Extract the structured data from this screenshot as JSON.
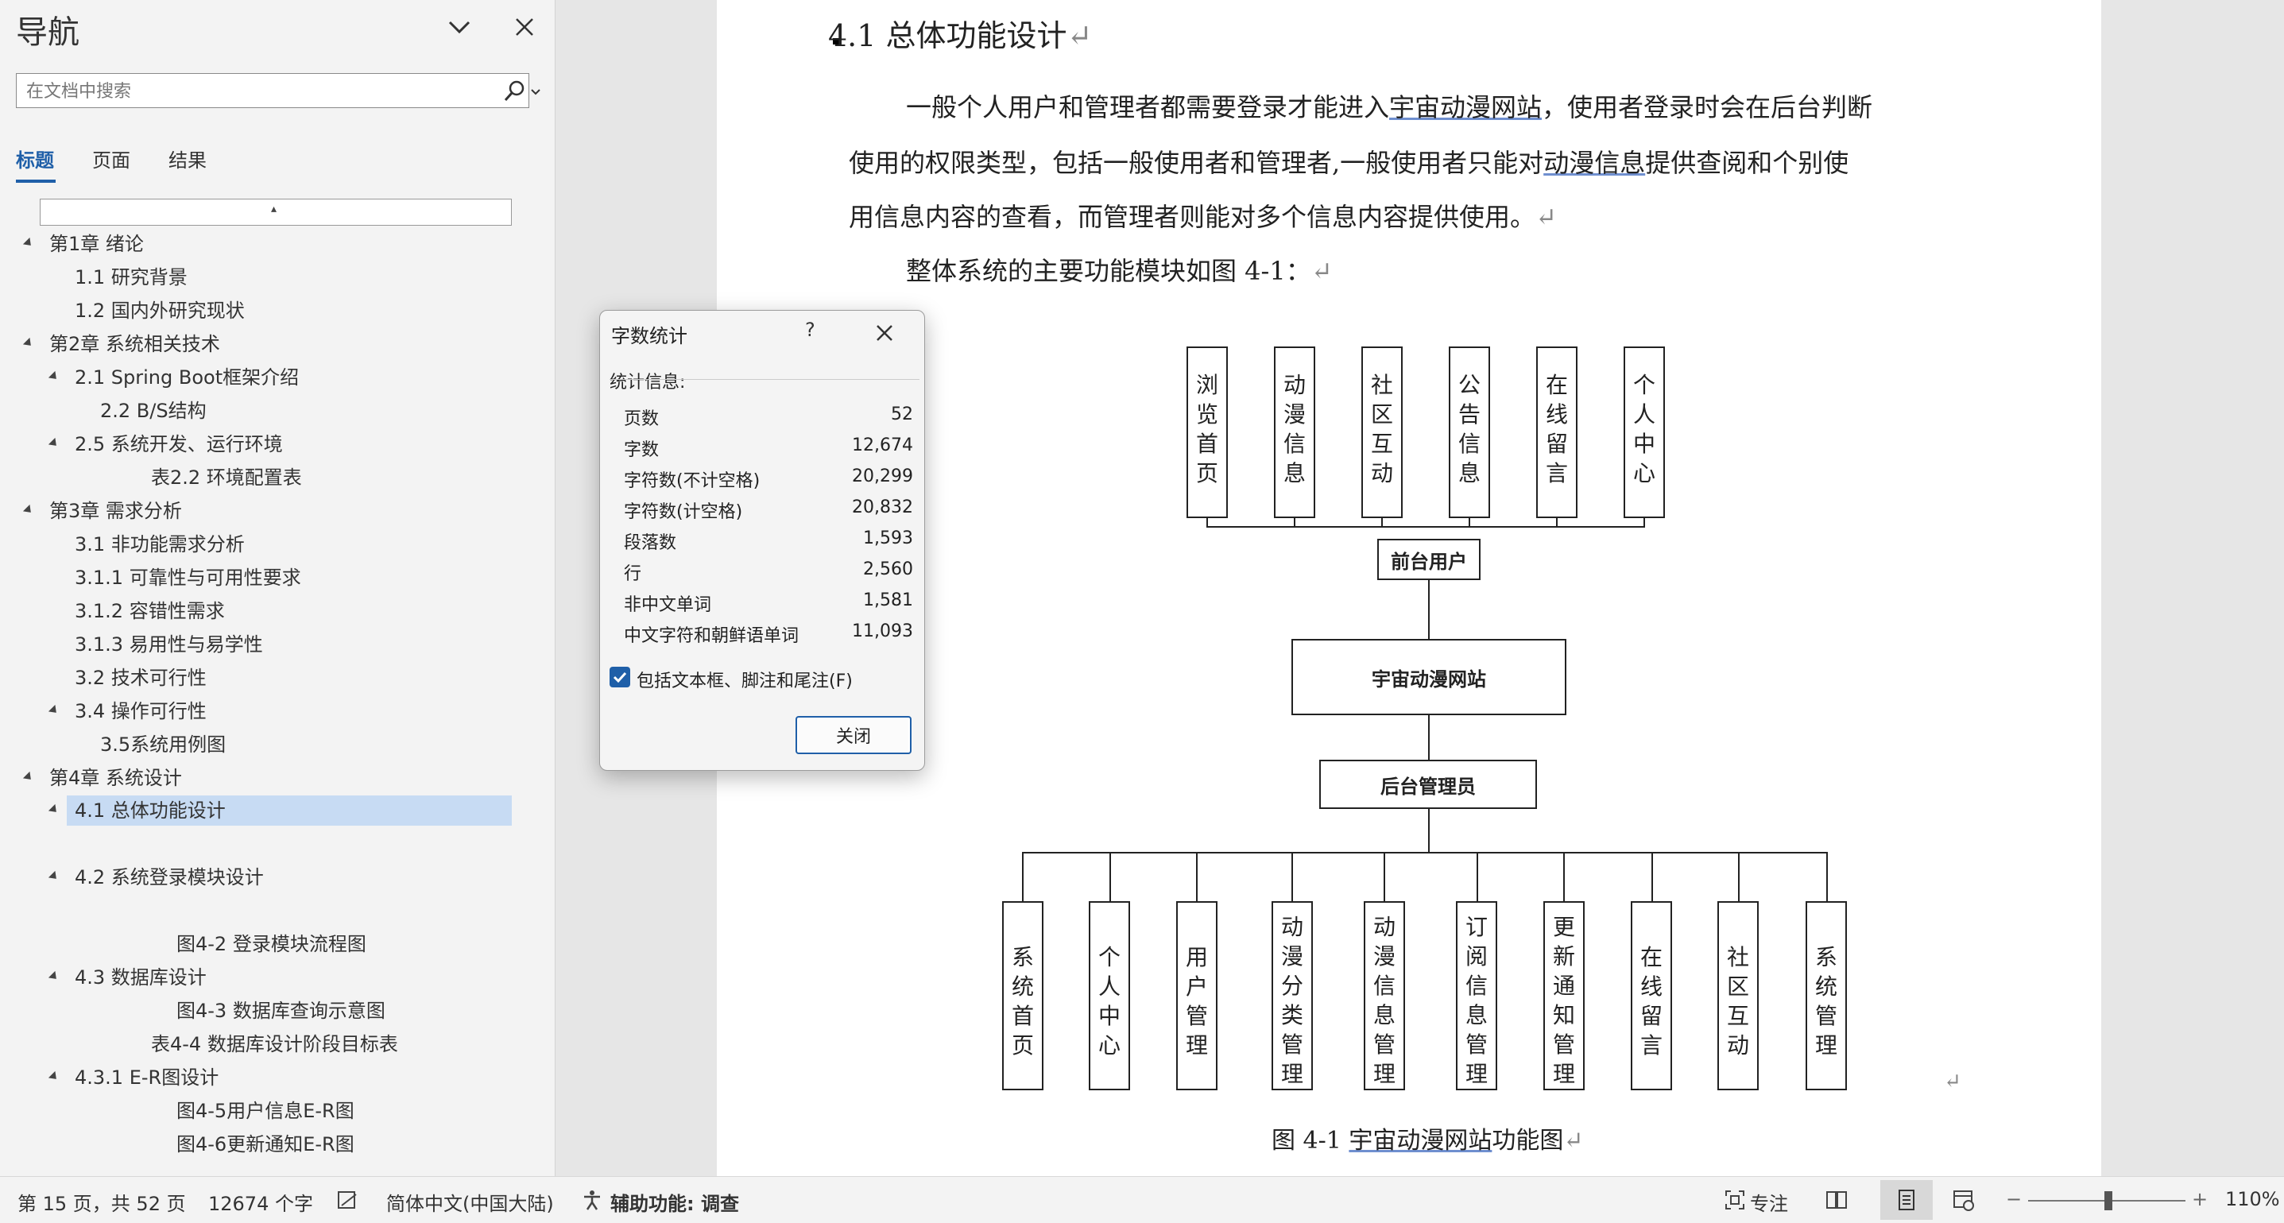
{
  "nav": {
    "title": "导航",
    "search_placeholder": "在文档中搜索",
    "tabs": {
      "headings": "标题",
      "pages": "页面",
      "results": "结果"
    },
    "scroll_marker": "▴",
    "items": [
      {
        "label": "第1章 绪论"
      },
      {
        "label": "1.1 研究背景"
      },
      {
        "label": "1.2 国内外研究现状"
      },
      {
        "label": "第2章 系统相关技术"
      },
      {
        "label": "2.1 Spring Boot框架介绍"
      },
      {
        "label": "2.2 B/S结构"
      },
      {
        "label": "2.5 系统开发、运行环境"
      },
      {
        "label": "表2.2 环境配置表"
      },
      {
        "label": "第3章 需求分析"
      },
      {
        "label": "3.1 非功能需求分析"
      },
      {
        "label": "3.1.1 可靠性与可用性要求"
      },
      {
        "label": "3.1.2 容错性需求"
      },
      {
        "label": "3.1.3 易用性与易学性"
      },
      {
        "label": "3.2 技术可行性"
      },
      {
        "label": "3.4 操作可行性"
      },
      {
        "label": "3.5系统用例图"
      },
      {
        "label": "第4章 系统设计"
      },
      {
        "label": "4.1 总体功能设计"
      },
      {
        "label": "4.2 系统登录模块设计"
      },
      {
        "label": "图4-2 登录模块流程图"
      },
      {
        "label": "4.3 数据库设计"
      },
      {
        "label": "图4-3 数据库查询示意图"
      },
      {
        "label": "表4-4 数据库设计阶段目标表"
      },
      {
        "label": "4.3.1 E-R图设计"
      },
      {
        "label": "图4-5用户信息E-R图"
      },
      {
        "label": "图4-6更新通知E-R图"
      }
    ]
  },
  "doc": {
    "heading": "4.1   总体功能设计",
    "para_mark": "↵",
    "p1": {
      "l1a": "一般个人用户和管理者都需要登录才能进入",
      "l1b": "宇宙动漫网站",
      "l1c": "，使用者登录时会在后台判断",
      "l2a": "使用的权限类型，包括一般使用者和管理者,一般使用者只能对",
      "l2b": "动漫信息",
      "l2c": "提供查阅和个别使",
      "l3": "用信息内容的查看，而管理者则能对多个信息内容提供使用。"
    },
    "p2": "整体系统的主要功能模块如图 4-1：",
    "diagram": {
      "top_modules": [
        "浏览首页",
        "动漫信息",
        "社区互动",
        "公告信息",
        "在线留言",
        "个人中心"
      ],
      "front_user": "前台用户",
      "site": "宇宙动漫网站",
      "admin": "后台管理员",
      "bottom_modules": [
        "系统首页",
        "个人中心",
        "用户管理",
        "动漫分类管理",
        "动漫信息管理",
        "订阅信息管理",
        "更新通知管理",
        "在线留言",
        "社区互动",
        "系统管理"
      ]
    },
    "caption_prefix": "图 4-1    ",
    "caption_link": "宇宙动漫网站",
    "caption_suffix": "功能图"
  },
  "dialog": {
    "title": "字数统计",
    "help": "?",
    "section": "统计信息:",
    "stats": [
      {
        "k": "页数",
        "v": "52"
      },
      {
        "k": "字数",
        "v": "12,674"
      },
      {
        "k": "字符数(不计空格)",
        "v": "20,299"
      },
      {
        "k": "字符数(计空格)",
        "v": "20,832"
      },
      {
        "k": "段落数",
        "v": "1,593"
      },
      {
        "k": "行",
        "v": "2,560"
      },
      {
        "k": "非中文单词",
        "v": "1,581"
      },
      {
        "k": "中文字符和朝鲜语单词",
        "v": "11,093"
      }
    ],
    "checkbox_label": "包括文本框、脚注和尾注(F)",
    "close_button": "关闭"
  },
  "status": {
    "page": "第 15 页，共 52 页",
    "words": "12674 个字",
    "language": "简体中文(中国大陆)",
    "accessibility": "辅助功能: 调查",
    "focus": "专注",
    "zoom": "110%",
    "zoom_minus": "−",
    "zoom_plus": "+"
  }
}
